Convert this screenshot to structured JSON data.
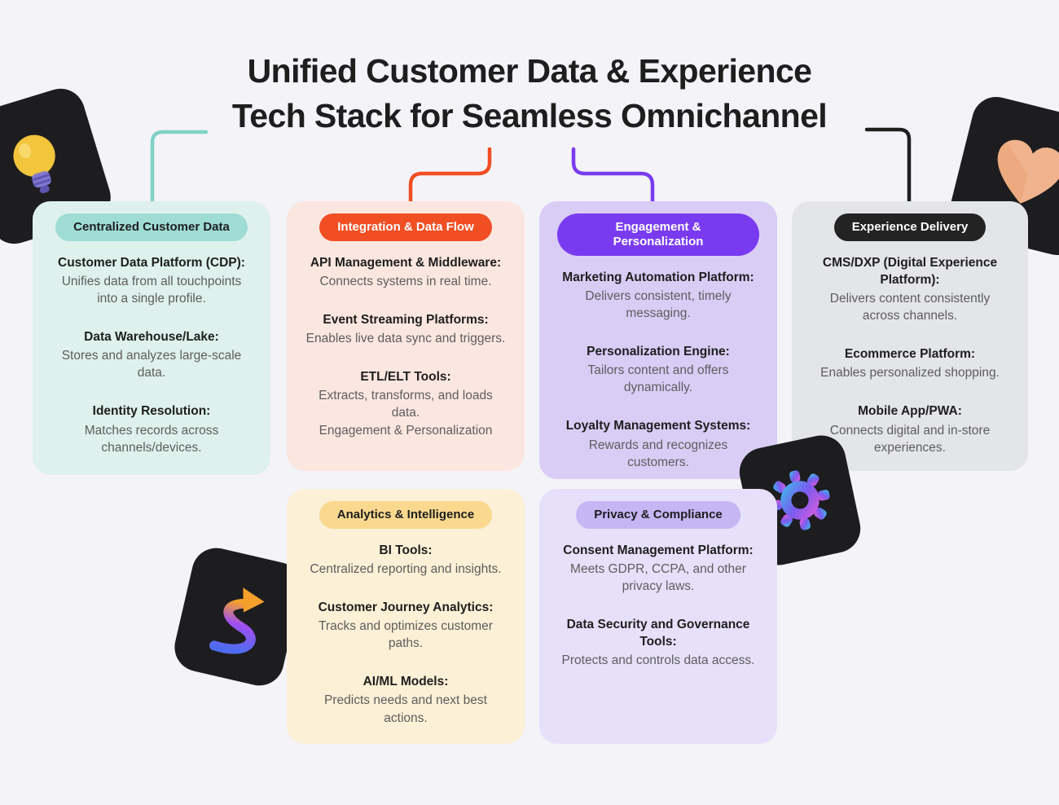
{
  "title": {
    "line1": "Unified Customer Data & Experience",
    "line2": "Tech Stack for Seamless Omnichannel"
  },
  "connectors": {
    "teal": "#7fd2c8",
    "orange": "#f04e23",
    "purple": "#7a3bf0",
    "black": "#1f1f1f"
  },
  "decor_icons": [
    {
      "name": "lightbulb-icon"
    },
    {
      "name": "heart-hands-icon"
    },
    {
      "name": "gear-icon"
    },
    {
      "name": "arrow-squiggle-icon"
    }
  ],
  "cards": [
    {
      "header": "Centralized Customer Data",
      "colors": {
        "card_bg": "#def1ec",
        "pill_bg": "#9edcd4",
        "pill_text": "#1d1d1f"
      },
      "items": [
        {
          "term": "Customer Data Platform (CDP):",
          "desc": "Unifies data from all touchpoints into a single profile."
        },
        {
          "term": "Data Warehouse/Lake:",
          "desc": "Stores and analyzes large-scale data."
        },
        {
          "term": "Identity Resolution:",
          "desc": "Matches records across channels/devices."
        }
      ]
    },
    {
      "header": "Integration & Data Flow",
      "colors": {
        "card_bg": "#fbe7e0",
        "pill_bg": "#f04e23",
        "pill_text": "#ffffff"
      },
      "items": [
        {
          "term": "API Management & Middleware:",
          "desc": "Connects systems in real time."
        },
        {
          "term": "Event Streaming Platforms:",
          "desc": "Enables live data sync and triggers."
        },
        {
          "term": "ETL/ELT Tools:",
          "desc": "Extracts, transforms, and loads data.\nEngagement & Personalization"
        }
      ]
    },
    {
      "header": "Engagement & Personalization",
      "colors": {
        "card_bg": "#d9cdf6",
        "pill_bg": "#7a3bf0",
        "pill_text": "#ffffff"
      },
      "items": [
        {
          "term": "Marketing Automation Platform:",
          "desc": "Delivers consistent, timely messaging."
        },
        {
          "term": "Personalization Engine:",
          "desc": "Tailors content and offers dynamically."
        },
        {
          "term": "Loyalty Management Systems:",
          "desc": "Rewards and recognizes customers."
        }
      ]
    },
    {
      "header": "Experience Delivery",
      "colors": {
        "card_bg": "#e4e5e9",
        "pill_bg": "#232323",
        "pill_text": "#ffffff"
      },
      "items": [
        {
          "term": "CMS/DXP (Digital Experience Platform):",
          "desc": "Delivers content consistently across channels."
        },
        {
          "term": "Ecommerce Platform:",
          "desc": "Enables personalized shopping."
        },
        {
          "term": "Mobile App/PWA:",
          "desc": "Connects digital and in-store experiences."
        }
      ]
    },
    {
      "header": "Analytics & Intelligence",
      "colors": {
        "card_bg": "#fcf0d6",
        "pill_bg": "#fad98f",
        "pill_text": "#1d1d1f"
      },
      "items": [
        {
          "term": "BI Tools:",
          "desc": "Centralized reporting and insights."
        },
        {
          "term": "Customer Journey Analytics:",
          "desc": "Tracks and optimizes customer paths."
        },
        {
          "term": "AI/ML Models:",
          "desc": "Predicts needs and next best actions."
        }
      ]
    },
    {
      "header": "Privacy & Compliance",
      "colors": {
        "card_bg": "#e7e0fa",
        "pill_bg": "#c6b6f4",
        "pill_text": "#1d1d1f"
      },
      "items": [
        {
          "term": "Consent Management Platform:",
          "desc": "Meets GDPR, CCPA, and other privacy laws."
        },
        {
          "term": "Data Security and Governance Tools:",
          "desc": "Protects and controls data access."
        }
      ]
    }
  ]
}
